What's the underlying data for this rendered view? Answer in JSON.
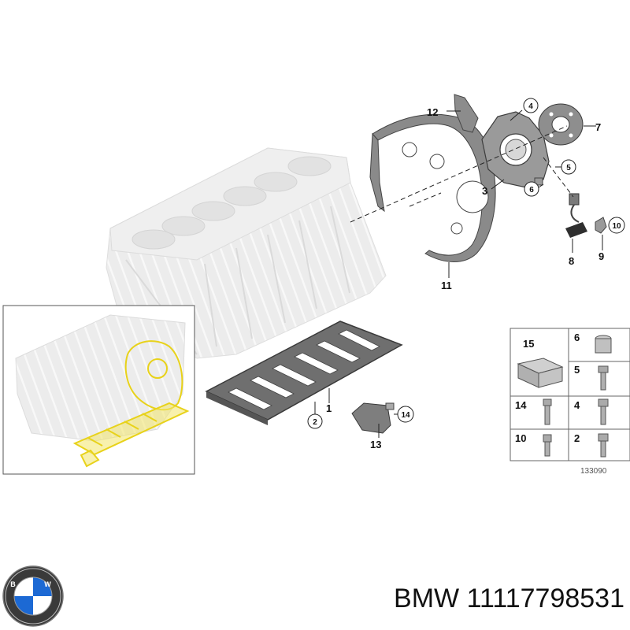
{
  "callouts": {
    "c1": "1",
    "c2": "2",
    "c3": "3",
    "c4": "4",
    "c5": "5",
    "c6": "6",
    "c7": "7",
    "c8": "8",
    "c9": "9",
    "c10": "10",
    "c11": "11",
    "c12": "12",
    "c13": "13",
    "c14": "14"
  },
  "legend": {
    "r1_left": "15",
    "r1_right": "6",
    "r2_right": "5",
    "r3_left": "14",
    "r3_right": "4",
    "r4_left": "10",
    "r4_right": "2"
  },
  "drawing_number": "133090",
  "caption": {
    "brand": "BMW",
    "part_number": "11117798531"
  },
  "logo": {
    "text": "BMW"
  },
  "colors": {
    "highlight": "#e8d21a",
    "part_gray": "#7d7d7d",
    "block_gray": "#e6e6e6",
    "bmw_blue": "#1c69d4"
  }
}
